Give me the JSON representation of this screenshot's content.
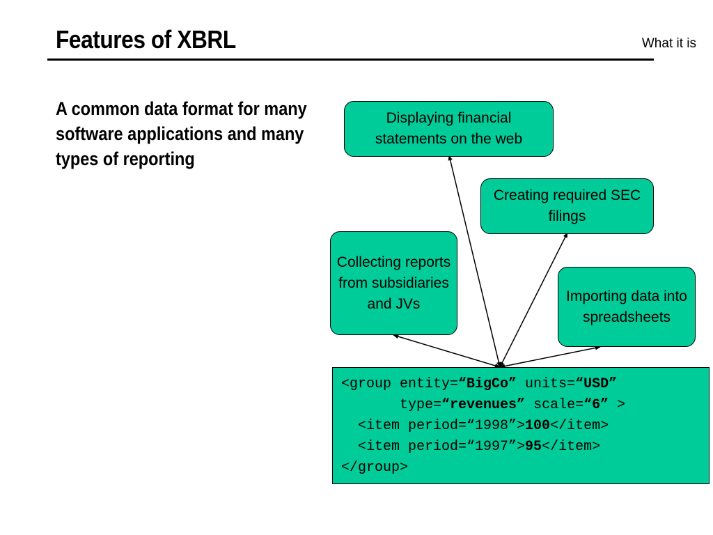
{
  "header": {
    "title": "Features of XBRL",
    "section": "What it is"
  },
  "main": {
    "heading": "A common data format for many software applications and many types of reporting"
  },
  "boxes": {
    "web": "Displaying financial statements on the web",
    "sec": "Creating required SEC filings",
    "collect": "Collecting reports from subsidiaries and JVs",
    "import": "Importing data into spreadsheets"
  },
  "code": {
    "line1_a": "<group entity=",
    "line1_b": "“BigCo”",
    "line1_c": " units=",
    "line1_d": "“USD”",
    "line2_a": "       type=",
    "line2_b": "“revenues”",
    "line2_c": " scale=",
    "line2_d": "“6”",
    "line2_e": " >",
    "line3_a": "  <item period=“1998”>",
    "line3_b": "100",
    "line3_c": "</item>",
    "line4_a": "  <item period=“1997”>",
    "line4_b": "95",
    "line4_c": "</item>",
    "line5": "</group>"
  },
  "colors": {
    "box_fill": "#00cc99",
    "stroke": "#000000"
  }
}
